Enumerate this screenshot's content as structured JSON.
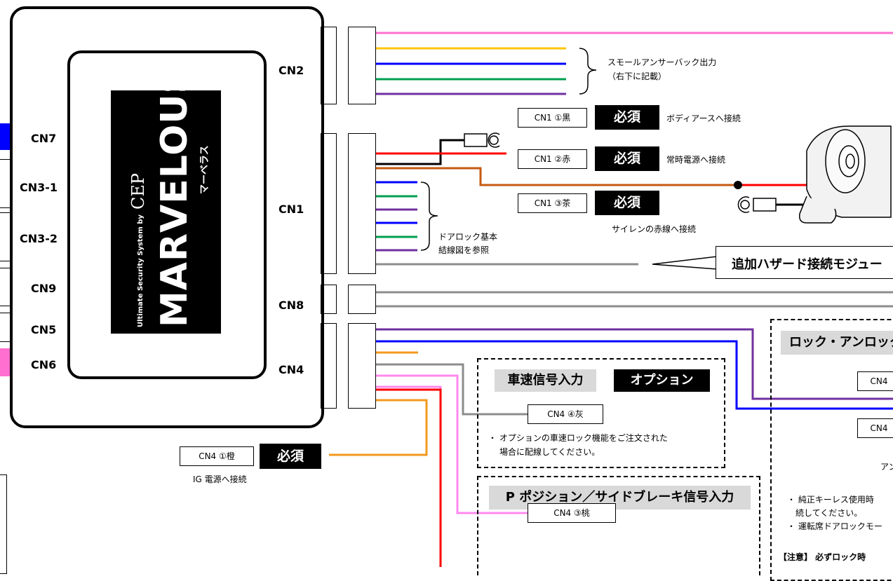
{
  "module": {
    "logo_brand": "MARVELOUS",
    "logo_katakana": "マーベラス",
    "logo_tagline": "Ultimate Security System by",
    "logo_maker": "CEP",
    "left_ports": [
      "CN7",
      "CN3-1",
      "CN3-2",
      "CN9",
      "CN5",
      "CN6"
    ],
    "right_ports": [
      "CN2",
      "CN1",
      "CN8",
      "CN4"
    ]
  },
  "cn2": {
    "note_line1": "スモールアンサーバック出力",
    "note_line2": "（右下に記載）"
  },
  "cn1": {
    "rows": [
      {
        "code": "CN1 ①黒",
        "badge": "必須",
        "desc": "ボディアースへ接続"
      },
      {
        "code": "CN1 ②赤",
        "badge": "必須",
        "desc": "常時電源へ接続"
      },
      {
        "code": "CN1 ③茶",
        "badge": "必須",
        "desc": "サイレンの赤線へ接続"
      }
    ],
    "door_note_line1": "ドアロック基本",
    "door_note_line2": "結線図を参照"
  },
  "hazard_callout": "追加ハザード接続モジュー",
  "cn4": {
    "ig_code": "CN4 ①橙",
    "ig_badge": "必須",
    "ig_desc": "IG 電源へ接続",
    "speed": {
      "title": "車速信号入力",
      "badge": "オプション",
      "code": "CN4 ④灰",
      "note_line1": "・ オプションの車速ロック機能をご注文された",
      "note_line2": "場合に配線してください。"
    },
    "ppos": {
      "title": "P ポジション／サイドブレーキ信号入力",
      "code": "CN4 ③桃"
    }
  },
  "lock": {
    "title": "ロック・アンロック",
    "code1": "CN4",
    "code2": "CN4",
    "fragment": "アン",
    "note1": "・ 純正キーレス使用時",
    "note1b": "続してください。",
    "note2": "・ 運転席ドアロックモー",
    "warning": "【注意】 必ずロック時"
  },
  "colors": {
    "pink": "#ff6fd0",
    "yellow": "#ffc400",
    "blue": "#0000ff",
    "green": "#00a050",
    "purple": "#7030a0",
    "black": "#000000",
    "red": "#ff0000",
    "brown": "#c55a11",
    "gray": "#8c8c8c",
    "orange": "#f39a1e",
    "light_pink": "#ff88ee"
  }
}
